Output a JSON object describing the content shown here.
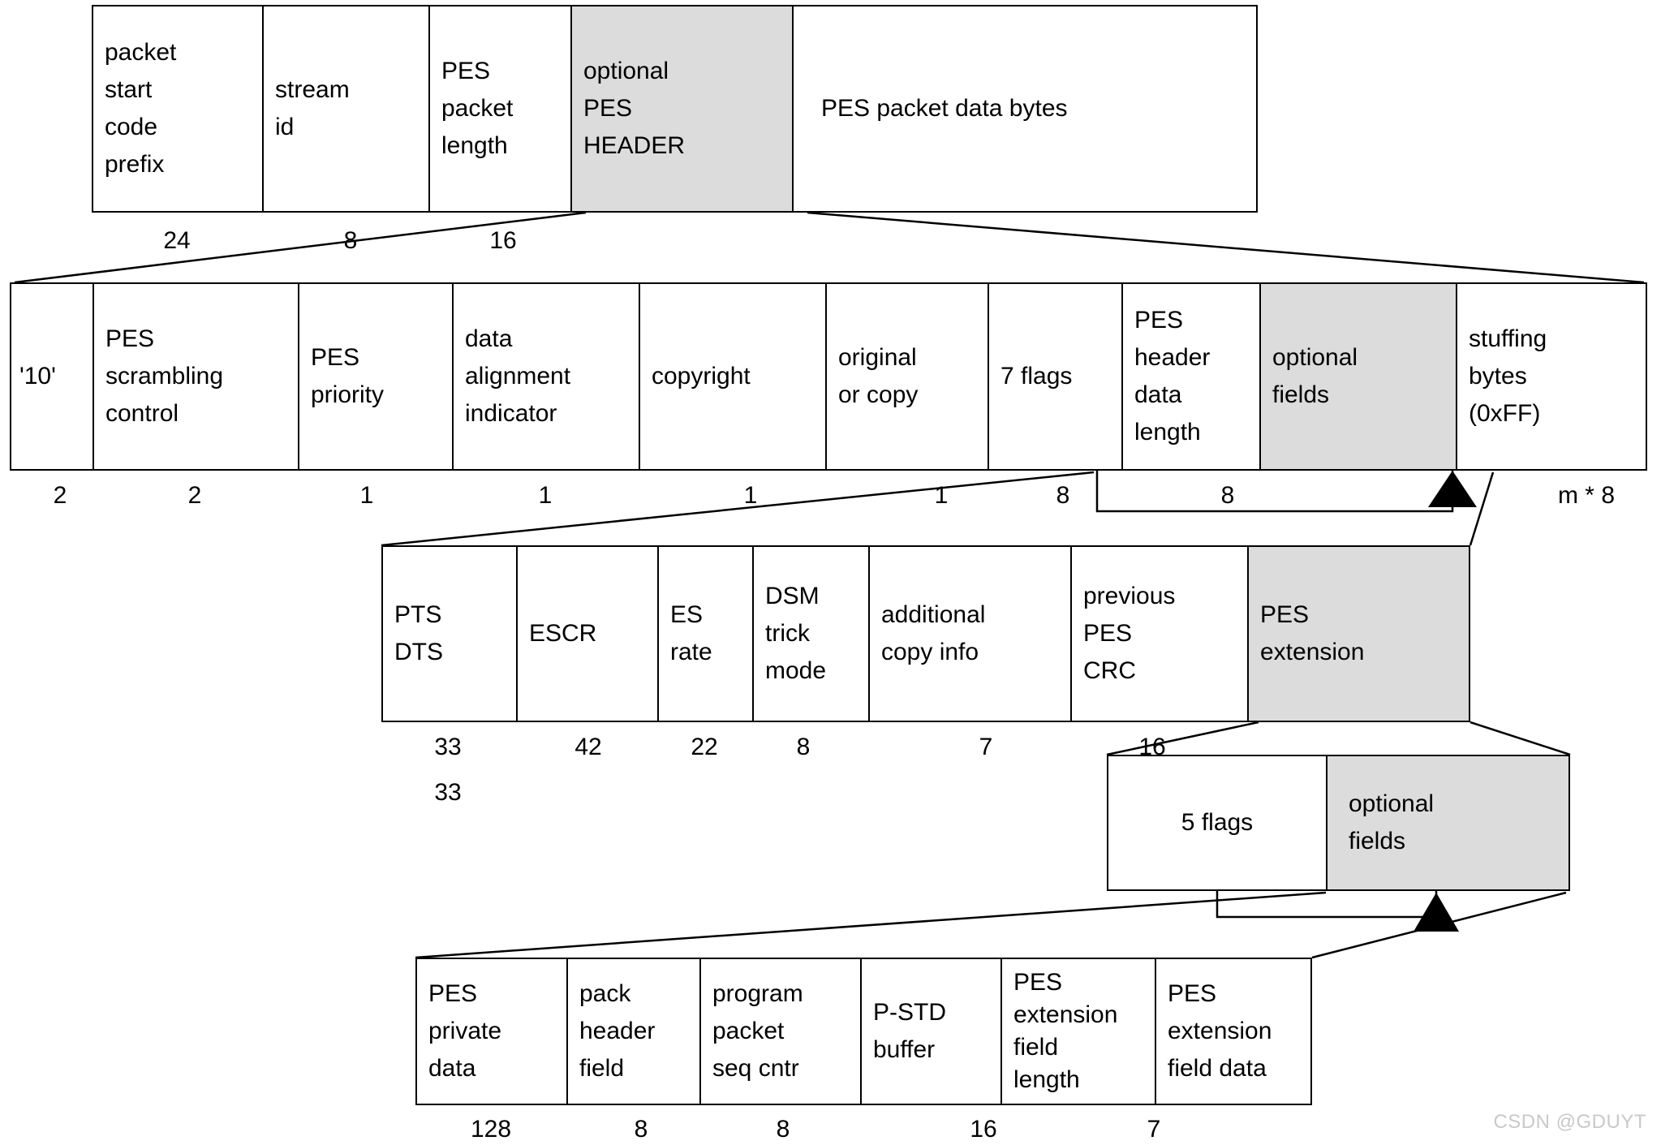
{
  "diagram": {
    "title": "PES packet structure",
    "watermark": "CSDN @GDUYT",
    "colors": {
      "shaded": "#dcdcdc",
      "line": "#000000",
      "background": "#ffffff",
      "watermark": "#c9c9c9"
    },
    "rows": [
      {
        "id": "pes-packet",
        "name": "pes-packet-row",
        "cells": [
          {
            "lines": [
              "packet",
              "start",
              "code",
              "prefix"
            ],
            "shaded": false,
            "bits": "24"
          },
          {
            "lines": [
              "stream",
              "id"
            ],
            "shaded": false,
            "bits": "8"
          },
          {
            "lines": [
              "PES",
              "packet",
              "length"
            ],
            "shaded": false,
            "bits": "16"
          },
          {
            "lines": [
              "optional",
              "PES",
              "HEADER"
            ],
            "shaded": true,
            "bits": ""
          },
          {
            "lines": [
              "PES packet data bytes"
            ],
            "shaded": false,
            "bits": ""
          }
        ]
      },
      {
        "id": "pes-header",
        "name": "pes-header-row",
        "cells": [
          {
            "lines": [
              "'10'"
            ],
            "shaded": false,
            "bits": "2"
          },
          {
            "lines": [
              "PES",
              "scrambling",
              "control"
            ],
            "shaded": false,
            "bits": "2"
          },
          {
            "lines": [
              "PES",
              "priority"
            ],
            "shaded": false,
            "bits": "1"
          },
          {
            "lines": [
              "data",
              "alignment",
              "indicator"
            ],
            "shaded": false,
            "bits": "1"
          },
          {
            "lines": [
              "copyright"
            ],
            "shaded": false,
            "bits": "1"
          },
          {
            "lines": [
              "original",
              "or copy"
            ],
            "shaded": false,
            "bits": "1"
          },
          {
            "lines": [
              "7 flags"
            ],
            "shaded": false,
            "bits": "8"
          },
          {
            "lines": [
              "PES",
              "header",
              "data",
              "length"
            ],
            "shaded": false,
            "bits": "8"
          },
          {
            "lines": [
              "optional",
              "fields"
            ],
            "shaded": true,
            "bits": ""
          },
          {
            "lines": [
              "stuffing",
              "bytes",
              "(0xFF)"
            ],
            "shaded": false,
            "bits": "m * 8"
          }
        ]
      },
      {
        "id": "optional-fields",
        "name": "optional-fields-row",
        "cells": [
          {
            "lines": [
              "PTS",
              "DTS"
            ],
            "shaded": false,
            "bits": "33",
            "bits2": "33"
          },
          {
            "lines": [
              "ESCR"
            ],
            "shaded": false,
            "bits": "42"
          },
          {
            "lines": [
              "ES",
              "rate"
            ],
            "shaded": false,
            "bits": "22"
          },
          {
            "lines": [
              "DSM",
              "trick",
              "mode"
            ],
            "shaded": false,
            "bits": "8"
          },
          {
            "lines": [
              "additional",
              "copy info"
            ],
            "shaded": false,
            "bits": "7"
          },
          {
            "lines": [
              "previous",
              "PES",
              "CRC"
            ],
            "shaded": false,
            "bits": "16"
          },
          {
            "lines": [
              "PES",
              "extension"
            ],
            "shaded": true,
            "bits": ""
          }
        ]
      },
      {
        "id": "pes-extension",
        "name": "pes-extension-row",
        "cells": [
          {
            "lines": [
              "5 flags"
            ],
            "shaded": false,
            "bits": ""
          },
          {
            "lines": [
              "optional",
              "fields"
            ],
            "shaded": true,
            "bits": ""
          }
        ]
      },
      {
        "id": "extension-optional-fields",
        "name": "extension-optional-fields-row",
        "cells": [
          {
            "lines": [
              "PES",
              "private",
              "data"
            ],
            "shaded": false,
            "bits": "128"
          },
          {
            "lines": [
              "pack",
              "header",
              "field"
            ],
            "shaded": false,
            "bits": "8"
          },
          {
            "lines": [
              "program",
              "packet",
              "seq cntr"
            ],
            "shaded": false,
            "bits": "8"
          },
          {
            "lines": [
              "P-STD",
              "buffer"
            ],
            "shaded": false,
            "bits": "16"
          },
          {
            "lines": [
              "PES",
              "extension",
              "field",
              "length"
            ],
            "shaded": false,
            "bits": "7"
          },
          {
            "lines": [
              "PES",
              "extension",
              "field data"
            ],
            "shaded": false,
            "bits": ""
          }
        ]
      }
    ]
  }
}
